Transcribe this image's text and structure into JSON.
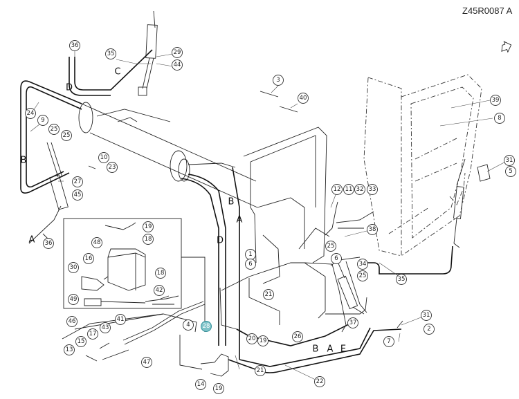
{
  "header": {
    "code": "Z45R0087",
    "revision": "A"
  },
  "callouts": [
    {
      "n": "36"
    },
    {
      "n": "35"
    },
    {
      "n": "29"
    },
    {
      "n": "44"
    },
    {
      "n": "24"
    },
    {
      "n": "9"
    },
    {
      "n": "25"
    },
    {
      "n": "25"
    },
    {
      "n": "10"
    },
    {
      "n": "23"
    },
    {
      "n": "27"
    },
    {
      "n": "45"
    },
    {
      "n": "36"
    },
    {
      "n": "3"
    },
    {
      "n": "40"
    },
    {
      "n": "39"
    },
    {
      "n": "8"
    },
    {
      "n": "31"
    },
    {
      "n": "5"
    },
    {
      "n": "12"
    },
    {
      "n": "11"
    },
    {
      "n": "32"
    },
    {
      "n": "33"
    },
    {
      "n": "38"
    },
    {
      "n": "25"
    },
    {
      "n": "6"
    },
    {
      "n": "34"
    },
    {
      "n": "25"
    },
    {
      "n": "35"
    },
    {
      "n": "1"
    },
    {
      "n": "6"
    },
    {
      "n": "21"
    },
    {
      "n": "19"
    },
    {
      "n": "18"
    },
    {
      "n": "48"
    },
    {
      "n": "16"
    },
    {
      "n": "30"
    },
    {
      "n": "18"
    },
    {
      "n": "42"
    },
    {
      "n": "49"
    },
    {
      "n": "46"
    },
    {
      "n": "41"
    },
    {
      "n": "17"
    },
    {
      "n": "43"
    },
    {
      "n": "15"
    },
    {
      "n": "13"
    },
    {
      "n": "47"
    },
    {
      "n": "4"
    },
    {
      "n": "28"
    },
    {
      "n": "20"
    },
    {
      "n": "19"
    },
    {
      "n": "26"
    },
    {
      "n": "37"
    },
    {
      "n": "31"
    },
    {
      "n": "2"
    },
    {
      "n": "7"
    },
    {
      "n": "21"
    },
    {
      "n": "22"
    },
    {
      "n": "19"
    },
    {
      "n": "14"
    }
  ],
  "route_letters": [
    {
      "t": "C"
    },
    {
      "t": "D"
    },
    {
      "t": "B"
    },
    {
      "t": "A"
    },
    {
      "t": "A"
    },
    {
      "t": "B"
    },
    {
      "t": "D"
    },
    {
      "t": "B"
    },
    {
      "t": "A"
    },
    {
      "t": "E"
    }
  ],
  "highlighted_callout": "28",
  "colors": {
    "line": "#222222",
    "highlight": "#7fc3c9"
  },
  "icons": {
    "corner": "export-arrow-icon"
  }
}
